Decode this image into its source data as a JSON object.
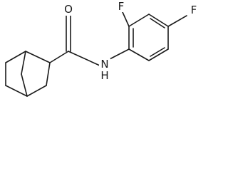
{
  "molecule": {
    "atoms": {
      "fluorine_top": "F",
      "fluorine_right": "F",
      "oxygen": "O",
      "amide_nitrogen": "N",
      "amide_hydrogen": "H"
    },
    "colors": {
      "bond": "#1a1a1a",
      "label": "#1a1a1a",
      "background": "#ffffff"
    }
  }
}
